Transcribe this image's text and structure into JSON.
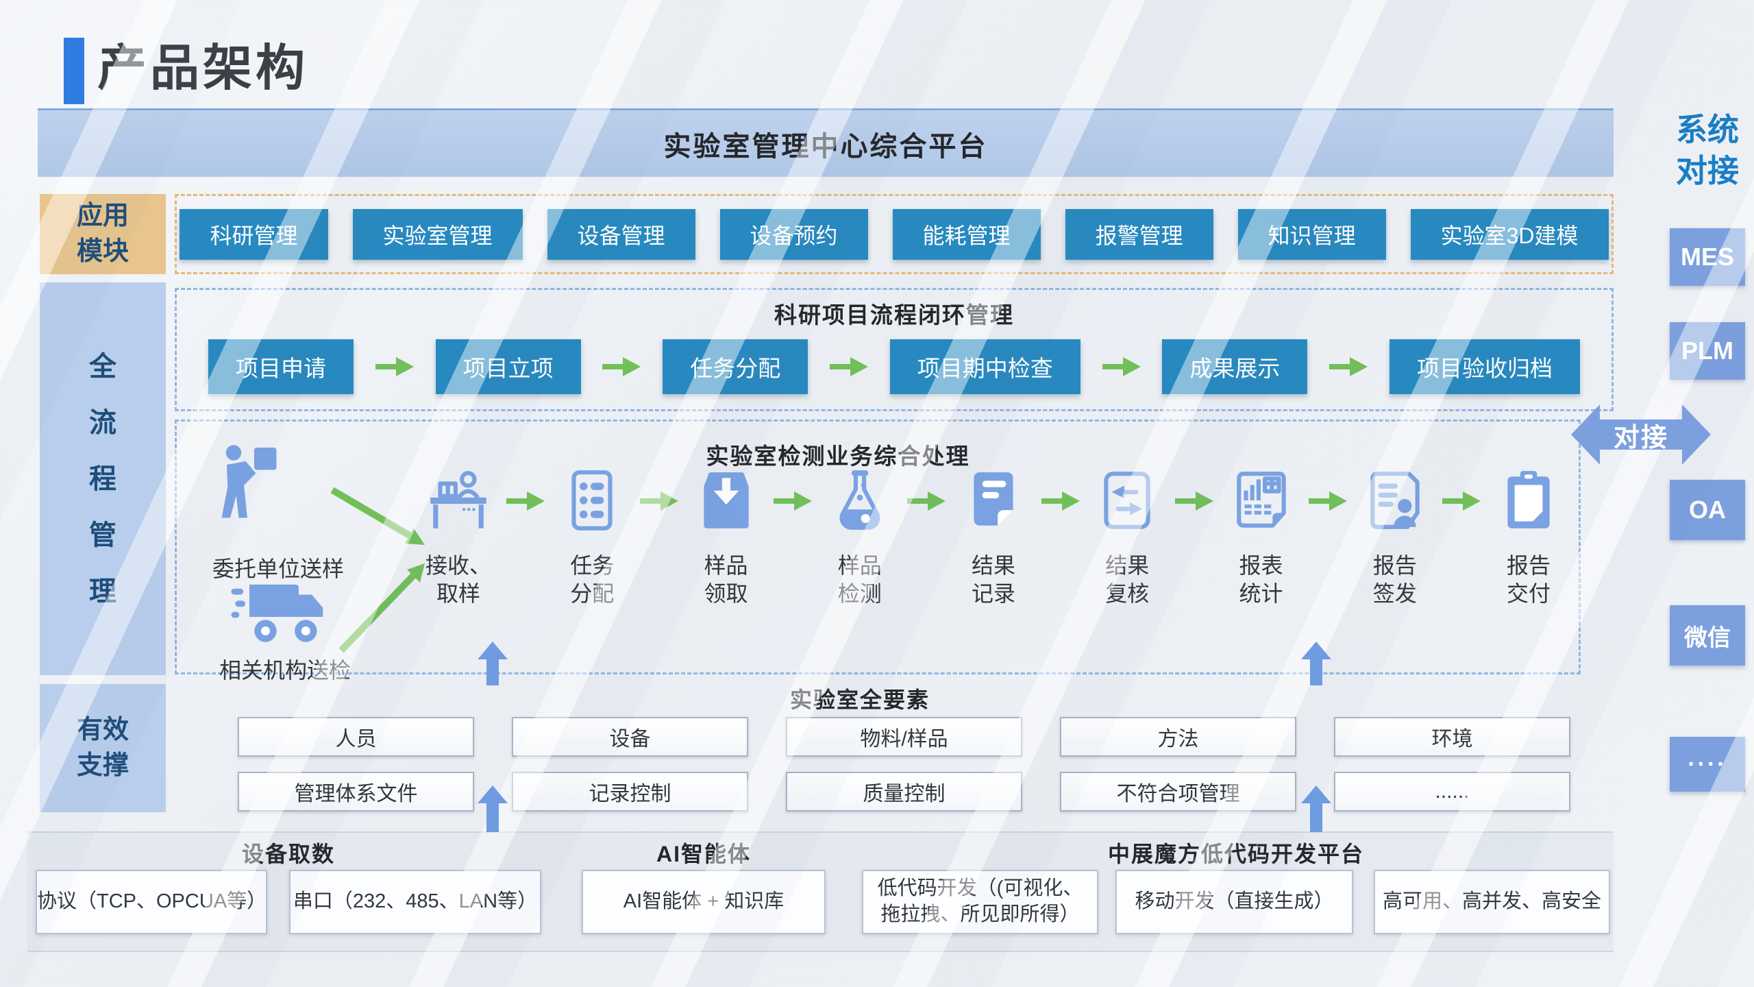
{
  "page": {
    "title": "产品架构"
  },
  "banner": {
    "title": "实验室管理中心综合平台"
  },
  "left_rail": {
    "app_modules_label": "应用\n模块",
    "full_process_label": "全\n流\n程\n管\n理",
    "support_label": "有效\n支撑"
  },
  "app_modules": {
    "items": [
      "科研管理",
      "实验室管理",
      "设备管理",
      "设备预约",
      "能耗管理",
      "报警管理",
      "知识管理",
      "实验室3D建模"
    ]
  },
  "research_flow": {
    "title": "科研项目流程闭环管理",
    "steps": [
      "项目申请",
      "项目立项",
      "任务分配",
      "项目期中检查",
      "成果展示",
      "项目验收归档"
    ]
  },
  "detection_flow": {
    "title": "实验室检测业务综合处理",
    "sources": [
      {
        "label": "委托单位送样",
        "icon": "person-carry-icon"
      },
      {
        "label": "相关机构送检",
        "icon": "delivery-truck-icon"
      }
    ],
    "steps": [
      {
        "label": "接收、\n取样",
        "icon": "reception-desk-icon"
      },
      {
        "label": "任务\n分配",
        "icon": "task-list-icon"
      },
      {
        "label": "样品\n领取",
        "icon": "sample-receive-icon"
      },
      {
        "label": "样品\n检测",
        "icon": "flask-icon"
      },
      {
        "label": "结果\n记录",
        "icon": "result-record-icon"
      },
      {
        "label": "结果\n复核",
        "icon": "result-review-icon"
      },
      {
        "label": "报表\n统计",
        "icon": "report-statistics-icon"
      },
      {
        "label": "报告\n签发",
        "icon": "report-sign-icon"
      },
      {
        "label": "报告\n交付",
        "icon": "report-deliver-icon"
      }
    ]
  },
  "lab_elements": {
    "title": "实验室全要素",
    "row1": [
      "人员",
      "设备",
      "物料/样品",
      "方法",
      "环境"
    ],
    "row2": [
      "管理体系文件",
      "记录控制",
      "质量控制",
      "不符合项管理",
      "......"
    ]
  },
  "foundation": {
    "groups": [
      {
        "title": "设备取数",
        "boxes": [
          "协议（TCP、OPCUA等）",
          "串口（232、485、LAN等）"
        ]
      },
      {
        "title": "AI智能体",
        "boxes": [
          "AI智能体 + 知识库"
        ]
      },
      {
        "title": "中展魔方低代码开发平台",
        "boxes": [
          "低代码开发（(可视化、\n拖拉拽、所见即所得）",
          "移动开发（直接生成）",
          "高可用、高并发、高安全"
        ]
      }
    ]
  },
  "integration": {
    "title": "系统\n对接",
    "arrow_label": "对接",
    "systems": [
      "MES",
      "PLM",
      "OA",
      "微信",
      "····"
    ]
  },
  "colors": {
    "primary_blue": "#2789BF",
    "periwinkle": "#7CA0DE",
    "green_arrow": "#72BF5A",
    "tan": "#E9C58D",
    "panel_blue": "#B9CEEC",
    "banner_blue": "#B7CBE9",
    "accent_text_blue": "#1B7DC4",
    "title_accent_blue": "#2F7DE1",
    "orange_dash": "#E8B878",
    "blue_dash": "#93B5E3"
  }
}
